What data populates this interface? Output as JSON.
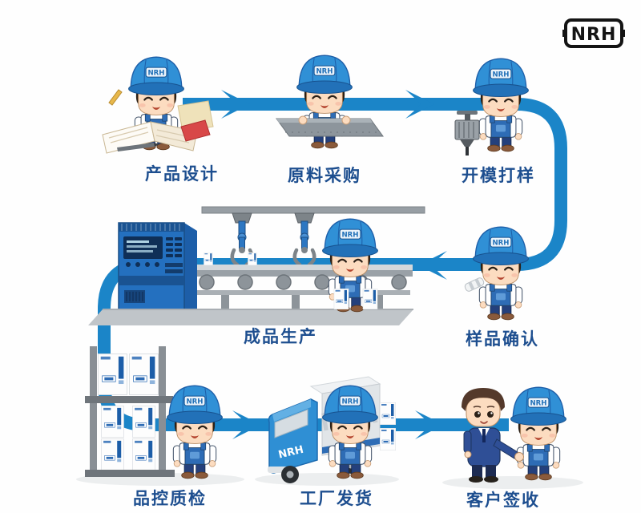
{
  "logo": {
    "text": "NRH"
  },
  "colors": {
    "flow_blue": "#1b85c8",
    "label_blue": "#1d4e8f",
    "hat_blue": "#3090d6",
    "overalls_blue": "#2e6cb5",
    "machine_blue": "#2470bf",
    "screen_navy": "#0f2f57",
    "conveyor_gray": "#9aa1a7",
    "box_stripe_blue": "#1d5ea8"
  },
  "steps": [
    {
      "id": "product-design",
      "label": "产品设计"
    },
    {
      "id": "material-purchase",
      "label": "原料采购"
    },
    {
      "id": "mold-sampling",
      "label": "开模打样"
    },
    {
      "id": "sample-confirmation",
      "label": "样品确认"
    },
    {
      "id": "finished-production",
      "label": "成品生产"
    },
    {
      "id": "quality-inspection",
      "label": "品控质检"
    },
    {
      "id": "factory-shipping",
      "label": "工厂发货"
    },
    {
      "id": "customer-receipt",
      "label": "客户签收"
    }
  ]
}
